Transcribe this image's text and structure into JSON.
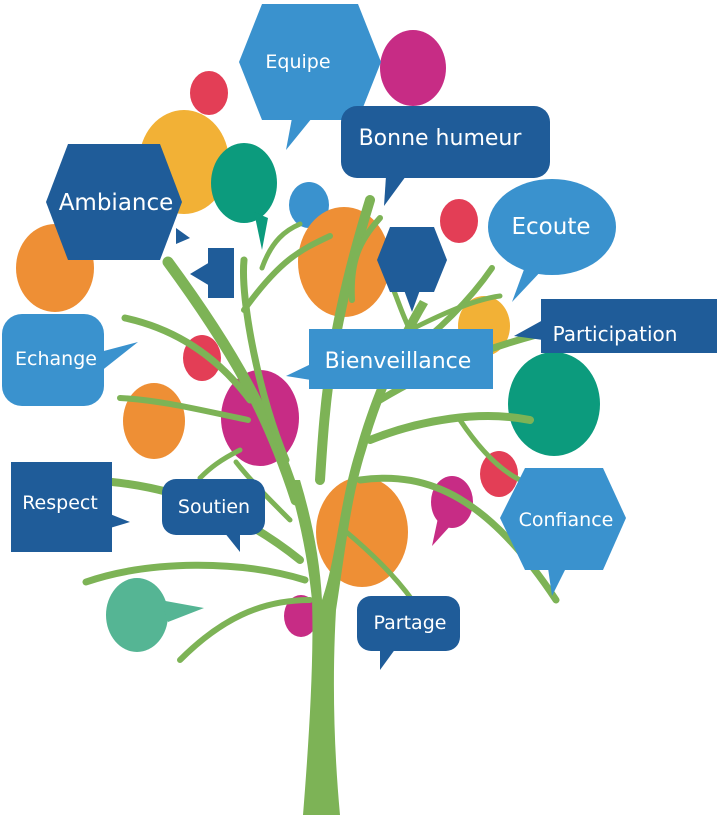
{
  "colors": {
    "trunk": "#7DB356",
    "dark_blue": "#1F5C99",
    "light_blue": "#3A92CE",
    "orange": "#EE8F35",
    "yellow": "#F2B136",
    "magenta": "#C72C85",
    "red": "#E33E56",
    "teal": "#0C9B7D",
    "mint": "#55B594"
  },
  "labels": {
    "equipe": "Equipe",
    "bonne_humeur": "Bonne humeur",
    "ambiance": "Ambiance",
    "ecoute": "Ecoute",
    "participation": "Participation",
    "echange": "Echange",
    "bienveillance": "Bienveillance",
    "respect": "Respect",
    "soutien": "Soutien",
    "confiance": "Confiance",
    "partage": "Partage"
  }
}
